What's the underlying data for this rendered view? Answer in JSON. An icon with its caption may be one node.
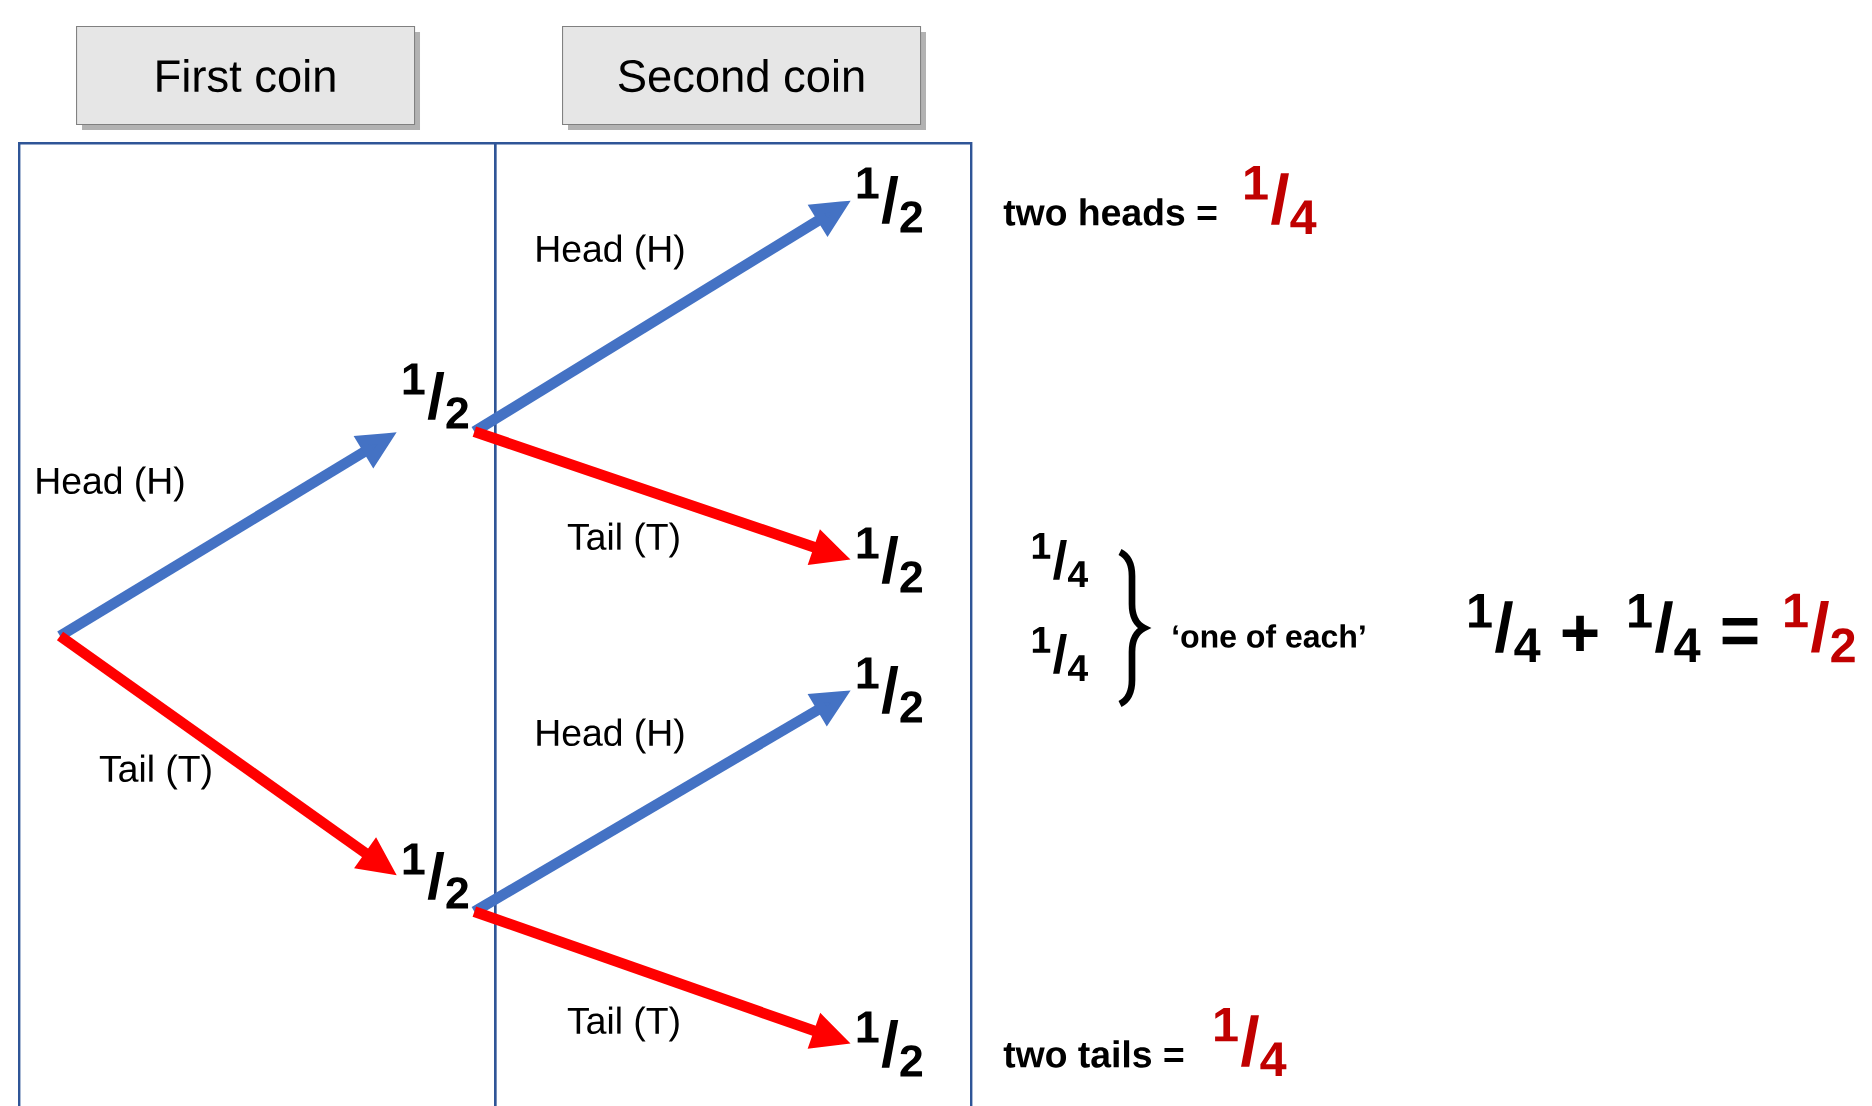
{
  "diagram": {
    "nodes": [
      {
        "text": [
          "First coin"
        ]
      },
      {
        "text": [
          "Second coin"
        ]
      },
      {
        "text": [],
        "shape": "box"
      },
      {
        "text": [],
        "shape": "box"
      },
      {
        "text": [
          "$^{1}$/$_{2}$"
        ],
        "in": 2
      },
      {
        "text": [
          "$^{1}$/$_{2}$"
        ],
        "in": 2
      },
      {
        "text": [
          "$^{1}$/$_{2}$"
        ],
        "in": 3
      },
      {
        "text": [
          "$^{1}$/$_{2}$"
        ],
        "in": 3
      },
      {
        "text": [
          "$^{1}$/$_{2}$"
        ],
        "in": 3
      },
      {
        "text": [
          "$^{1}$/$_{2}$"
        ],
        "in": 3
      }
    ],
    "edges": [
      {
        "from": null,
        "to": 4,
        "arrow": "to",
        "label": "Head (H)",
        "color": "#4472c4"
      },
      {
        "from": null,
        "to": 5,
        "arrow": "to",
        "label": "Tail (T)",
        "color": "#ff0000"
      },
      {
        "from": 4,
        "to": 6,
        "arrow": "to",
        "label": "Head (H)",
        "color": "#4472c4"
      },
      {
        "from": 4,
        "to": 7,
        "arrow": "to",
        "label": "Tail (T)",
        "color": "#ff0000"
      },
      {
        "from": 5,
        "to": 8,
        "arrow": "to",
        "label": "Head (H)",
        "color": "#4472c4"
      },
      {
        "from": 5,
        "to": 9,
        "arrow": "to",
        "label": "Tail (T)",
        "color": "#ff0000"
      }
    ],
    "labels": [
      "two heads =",
      "$^{1}$/$_{4}$",
      "$^{1}$/$_{4}$",
      "$^{1}$/$_{4}$",
      "‘one of each’",
      "$^{1}$/$_{4}$",
      "+",
      "$^{1}$/$_{4}$",
      "=",
      "$^{1}$/$_{2}$",
      "two tails =",
      "$^{1}$/$_{4}$"
    ]
  }
}
